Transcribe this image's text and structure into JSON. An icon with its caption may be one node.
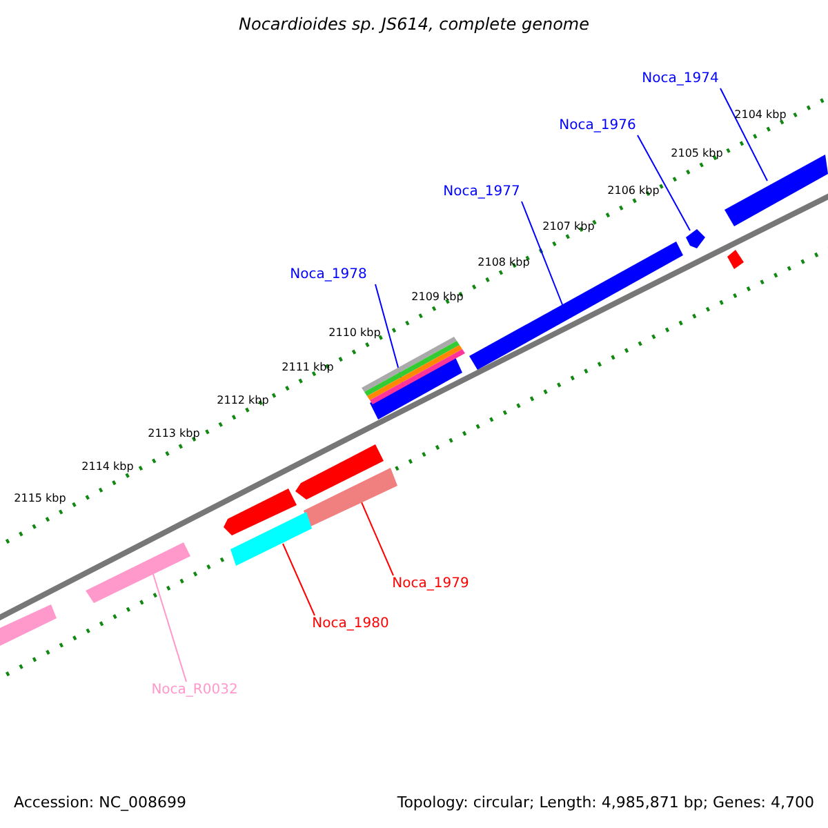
{
  "diagram": {
    "title": "Nocardioides sp. JS614, complete genome",
    "nodes": [
      {
        "text": [
          "Noca_1974"
        ]
      },
      {
        "text": [
          "Noca_1976"
        ]
      },
      {
        "text": [
          "Noca_1977"
        ]
      },
      {
        "text": [
          "Noca_1978"
        ]
      },
      {
        "text": [
          "Noca_1979"
        ]
      },
      {
        "text": [
          "Noca_1980"
        ]
      },
      {
        "text": [
          "Noca_R0032"
        ]
      },
      {
        "text": [],
        "shape": "bar"
      },
      {
        "text": [],
        "shape": "bar"
      },
      {
        "text": [],
        "shape": "bar"
      },
      {
        "text": [],
        "shape": "bar"
      },
      {
        "text": [],
        "shape": "bar"
      },
      {
        "text": [],
        "shape": "bar"
      },
      {
        "text": [],
        "shape": "bar"
      },
      {
        "text": [],
        "shape": "bar"
      },
      {
        "text": [],
        "shape": "bar"
      },
      {
        "text": [],
        "shape": "bar"
      },
      {
        "text": [],
        "shape": "bar"
      },
      {
        "text": [],
        "shape": "bar"
      },
      {
        "text": [],
        "shape": "bar"
      },
      {
        "text": [],
        "shape": "bar"
      },
      {
        "text": [],
        "shape": "bar"
      }
    ],
    "edges": [
      {
        "from": 0,
        "to": 7,
        "arrow": "none"
      },
      {
        "from": 1,
        "to": 8,
        "arrow": "none"
      },
      {
        "from": 2,
        "to": 9,
        "arrow": "none"
      },
      {
        "from": 3,
        "to": 10,
        "arrow": "none"
      },
      {
        "from": 4,
        "to": 11,
        "arrow": "none",
        "color": "#ff0000"
      },
      {
        "from": 5,
        "to": 12,
        "arrow": "none",
        "color": "#ff0000"
      },
      {
        "from": 6,
        "to": 13,
        "arrow": "none",
        "color": "#ff99cc"
      }
    ],
    "labels": [
      "2104 kbp",
      "2105 kbp",
      "2106 kbp",
      "2107 kbp",
      "2108 kbp",
      "2109 kbp",
      "2110 kbp",
      "2111 kbp",
      "2112 kbp",
      "2113 kbp",
      "2114 kbp",
      "2115 kbp",
      "Accession: NC_008699",
      "Topology: circular; Length: 4,985,871 bp; Genes: 4,700"
    ]
  }
}
